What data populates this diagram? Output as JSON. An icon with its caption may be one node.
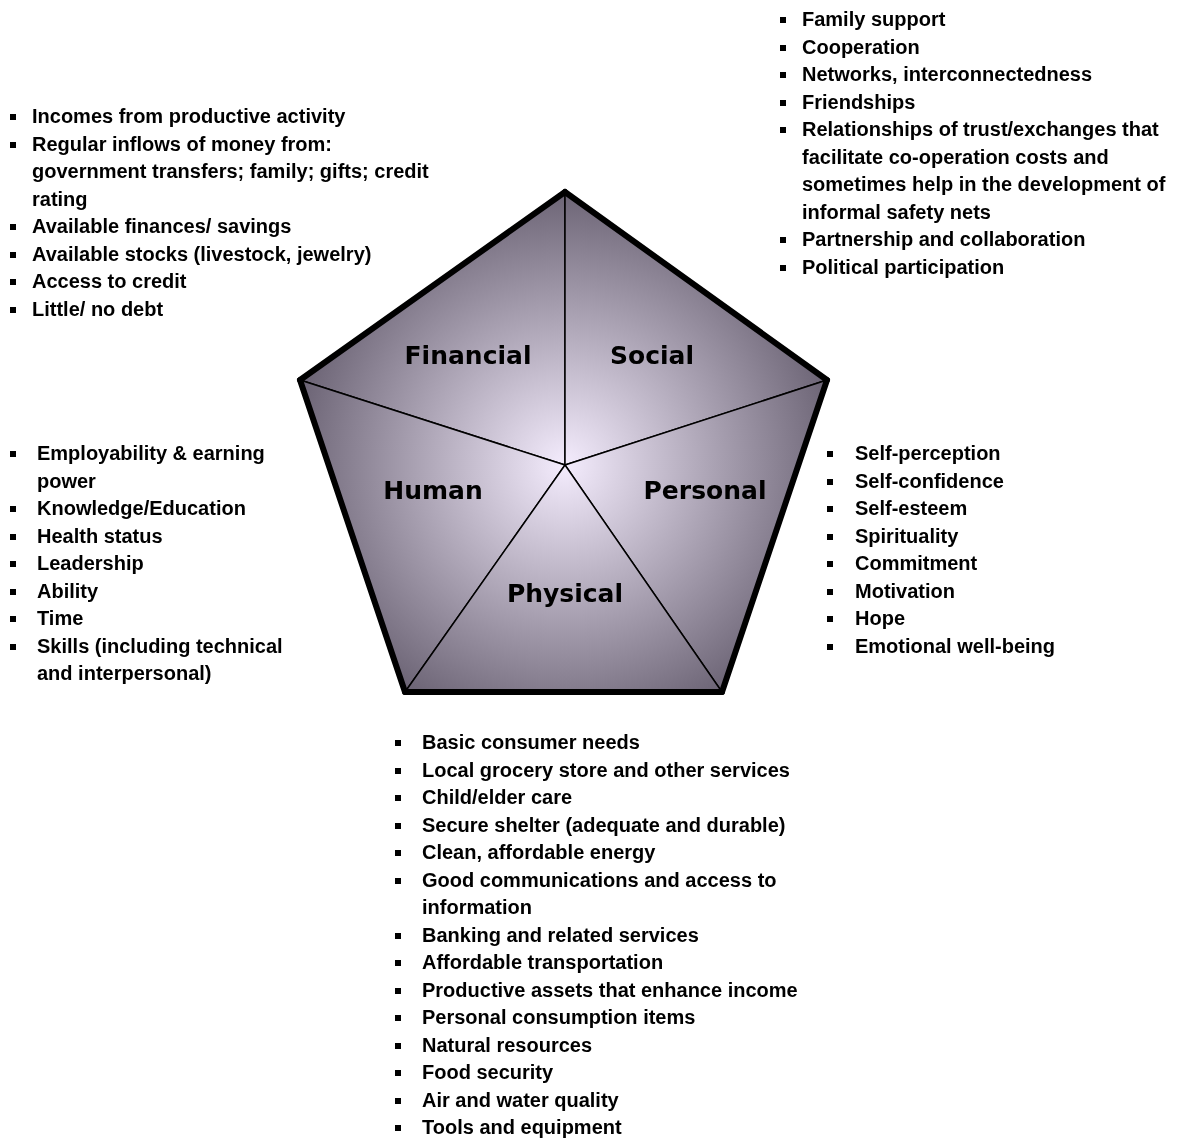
{
  "diagram": {
    "nodes": [
      {
        "text": [
          "Financial"
        ],
        "beside": [
          "Incomes from productive activity",
          "Regular inflows of money from: government transfers; family; gifts; credit rating",
          "Available finances/ savings",
          "Available stocks (livestock, jewelry)",
          "Access to credit",
          "Little/ no debt"
        ]
      },
      {
        "text": [
          "Social"
        ],
        "beside": [
          "Family support",
          "Cooperation",
          "Networks, interconnectedness",
          "Friendships",
          "Relationships of trust/exchanges that facilitate co-operation costs and sometimes help in the development of informal safety nets",
          "Partnership and collaboration",
          "Political participation"
        ]
      },
      {
        "text": [
          "Human"
        ],
        "beside": [
          "Employability & earning power",
          "Knowledge/Education",
          "Health status",
          "Leadership",
          "Ability",
          "Time",
          "Skills (including technical and interpersonal)"
        ]
      },
      {
        "text": [
          "Personal"
        ],
        "beside": [
          "Self-perception",
          "Self-confidence",
          "Self-esteem",
          "Spirituality",
          "Commitment",
          "Motivation",
          "Hope",
          "Emotional well-being"
        ]
      },
      {
        "text": [
          "Physical"
        ],
        "beside": [
          "Basic consumer needs",
          "Local grocery store and other services",
          "Child/elder care",
          "Secure shelter (adequate and durable)",
          "Clean, affordable energy",
          "Good communications and access to information",
          "Banking and related services",
          "Affordable transportation",
          "Productive assets that enhance income",
          "Personal consumption items",
          "Natural resources",
          "Food security",
          "Air and water quality",
          "Tools and equipment"
        ]
      }
    ]
  }
}
